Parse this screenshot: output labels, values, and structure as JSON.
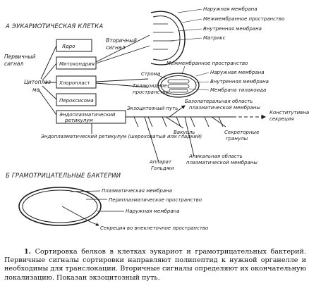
{
  "section_a": {
    "title": "А ЭУКАРИОТИЧЕСКАЯ КЛЕТКА",
    "primary_signal": [
      "Первичный",
      "сигнал"
    ],
    "cytoplasm": [
      "Цитоплаз-",
      "ма"
    ],
    "boxes": [
      "Ядро",
      "Митохондрия",
      "Хлоропласт",
      "Пероксисома"
    ],
    "er_box": [
      "Эндоплазматический",
      "ретикулум"
    ],
    "secondary_signal": [
      "Вторичный",
      "сигнал"
    ],
    "mito_labels": [
      "Наружная мембрана",
      "Межмембранное пространство",
      "Внутренняя мембрана",
      "Матрикс"
    ],
    "chloro_labels": {
      "intermembrane": "Межмембранное пространство",
      "stroma": "Строма",
      "thylakoid_space": [
        "Тилакоидное",
        "пространство"
      ],
      "outer": "Наружная мембрана",
      "inner": "Внутренняя мембрана",
      "thylakoid_membrane": "Мембрана тилакоида"
    },
    "exo_path": "Экзоцитозный путь",
    "basolateral": [
      "Базолатеральная область",
      "плазматической мембраны"
    ],
    "constitutive": [
      "Конститутивная",
      "секреция"
    ],
    "er_lumen": [
      "Эндоплазматический ретикулум (шероховатый или гладкий)"
    ],
    "vacuole": "Вакуоль",
    "secretory": [
      "Секреторные",
      "гранулы"
    ],
    "golgi": [
      "Аппарат",
      "Гольджи"
    ],
    "apical": [
      "Апикальная область",
      "плазматической мембраны"
    ]
  },
  "section_b": {
    "title": "Б ГРАМОТРИЦАТЕЛЬНЫЕ БАКТЕРИИ",
    "labels": [
      "Плазматическая мембрана",
      "Периплазматическое пространство",
      "Наружная мембрана",
      "Секреция во внеклеточное пространство"
    ]
  },
  "caption": {
    "number": "1.",
    "text": "Сортировка белков в клетках эукариот и грамотрицательных бактерий. Первичные сигналы сортировки направляют полипептид к нужной органелле и необходимы для транслокации. Вторичные сигналы определяют их окончательную локализацию. Показан экзоцитозный путь."
  }
}
